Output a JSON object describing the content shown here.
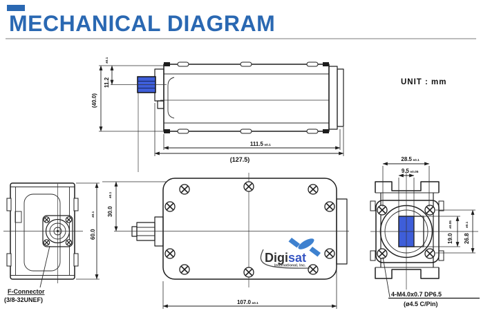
{
  "header": {
    "title": "MECHANICAL DIAGRAM",
    "unit_label": "UNIT : mm"
  },
  "colors": {
    "title_blue": "#2a68b2",
    "line": "#1d1d1d",
    "connector_blue": "#3e5ed9",
    "aperture_blue": "#3e5ed9",
    "logo_blue": "#2e77cc"
  },
  "top_view": {
    "dim_overall_height": {
      "value": "(40.0)"
    },
    "dim_connector_offset": {
      "value": "11.2",
      "tol": "±0.1"
    },
    "dim_body_length": {
      "value": "111.5",
      "tol": "±0.1"
    },
    "dim_overall_length": {
      "value": "(127.5)"
    }
  },
  "front_view": {
    "dim_height": {
      "value": "60.0",
      "tol": "±0.1"
    },
    "connector_label": {
      "line1": "F-Connector",
      "line2": "(3/8-32UNEF)"
    }
  },
  "bottom_view": {
    "dim_connector_center": {
      "value": "30.0",
      "tol": "±0.1"
    },
    "dim_body_width": {
      "value": "107.0",
      "tol": "±0.1"
    }
  },
  "rear_view": {
    "dim_flange_width": {
      "value": "28.5",
      "tol": "±0.1"
    },
    "dim_aperture_width": {
      "value": "9.5",
      "tol": "±0.05"
    },
    "dim_aperture_height": {
      "value": "19.0",
      "tol": "±0.05"
    },
    "dim_mount_height": {
      "value": "26.8",
      "tol": "±0.1"
    },
    "screw_note": {
      "line1": "4-M4.0x0.7 DP6.5",
      "line2": "(ø4.5 C/Pin)"
    }
  },
  "logo": {
    "brand_dark": "Digi",
    "brand_blue": "sat",
    "subtitle": "International, Inc."
  }
}
